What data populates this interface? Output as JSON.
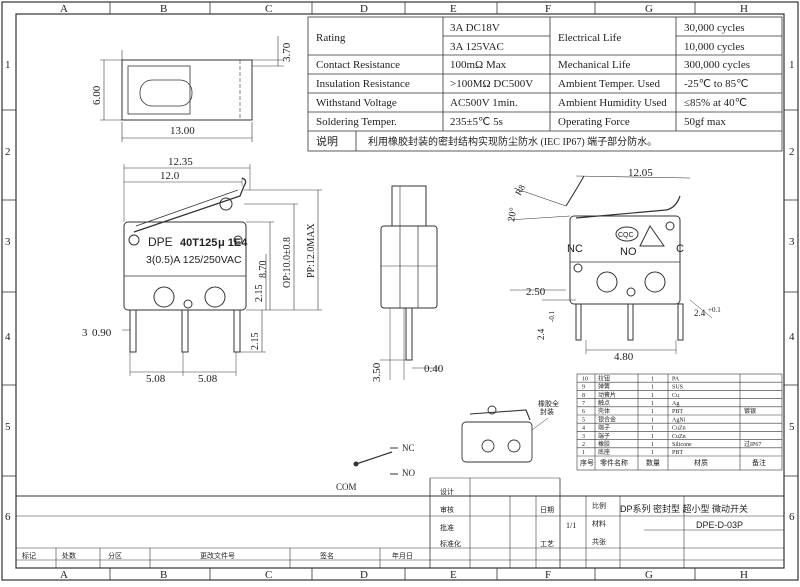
{
  "grid": {
    "cols": [
      "A",
      "B",
      "C",
      "D",
      "E",
      "F",
      "G",
      "H"
    ],
    "rows": [
      "1",
      "2",
      "3",
      "4",
      "5",
      "6"
    ]
  },
  "spec_table": {
    "rows": [
      {
        "label": "Rating",
        "value": [
          "3A  DC18V",
          "3A  125VAC"
        ],
        "label2": "Electrical Life",
        "value2": [
          "30,000 cycles",
          "10,000 cycles"
        ]
      },
      {
        "label": "Contact Resistance",
        "value": [
          "100mΩ  Max"
        ],
        "label2": "Mechanical Life",
        "value2": [
          "300,000 cycles"
        ]
      },
      {
        "label": "Insulation Resistance",
        "value": [
          ">100MΩ  DC500V"
        ],
        "label2": "Ambient Temper. Used",
        "value2": [
          "-25℃ to  85℃"
        ]
      },
      {
        "label": "Withstand Voltage",
        "value": [
          "AC500V  1min."
        ],
        "label2": "Ambient Humidity Used",
        "value2": [
          "≤85% at  40℃"
        ]
      },
      {
        "label": "Soldering Temper.",
        "value": [
          "235±5℃ 5s"
        ],
        "label2": "Operating Force",
        "value2": [
          "50gf max"
        ]
      }
    ],
    "note_label": "说明",
    "note_text": "利用橡胶封装的密封结构实现防尘防水 (IEC IP67) 端子部分防水。"
  },
  "top_view": {
    "dim_width": "13.00",
    "dim_height": "6.00",
    "dim_right": "3.70"
  },
  "front_view": {
    "dim_top1": "12.35",
    "dim_top2": "12.0",
    "label_line1_a": "DPE",
    "label_line1_b": "40T125",
    "label_line1_c": "μ 1E4",
    "label_line2": "3(0.5)A 125/250VAC",
    "dim_op": "OP:10.0±0.8",
    "dim_pp": "PP:12.0MAX",
    "dim_870": "8.70",
    "dim_215a": "2.15",
    "dim_215b": "2.15",
    "dim_3": "3",
    "dim_090": "0.90",
    "dim_508a": "5.08",
    "dim_508b": "5.08"
  },
  "side_view": {
    "dim_350": "3.50",
    "dim_040": "0.40"
  },
  "right_view": {
    "dim_1205": "12.05",
    "dim_r": "R8",
    "dim_20": "20°",
    "nc": "NC",
    "no": "NO",
    "c": "C",
    "dim_250": "2.50",
    "dim_24a": "2.4",
    "dim_tol": "-0.1",
    "dim_24b": "2.4",
    "dim_tol2": "+0.1",
    "dim_480": "4.80"
  },
  "symbol": {
    "nc": "NC",
    "no": "NO",
    "com": "COM"
  },
  "parts_table": {
    "rows": [
      {
        "no": "10",
        "name": "拉钮",
        "qty": "1",
        "mat": "PA"
      },
      {
        "no": "9",
        "name": "弹簧",
        "qty": "1",
        "mat": "SUS"
      },
      {
        "no": "8",
        "name": "动簧片",
        "qty": "1",
        "mat": "Cu"
      },
      {
        "no": "7",
        "name": "触点",
        "qty": "1",
        "mat": "Ag"
      },
      {
        "no": "6",
        "name": "壳体",
        "qty": "1",
        "mat": "PBT",
        "note": "镀银"
      },
      {
        "no": "5",
        "name": "银合金",
        "qty": "1",
        "mat": "AgNi"
      },
      {
        "no": "4",
        "name": "端子",
        "qty": "1",
        "mat": "CuZn"
      },
      {
        "no": "3",
        "name": "端子",
        "qty": "1",
        "mat": "CuZn"
      },
      {
        "no": "2",
        "name": "橡胶",
        "qty": "1",
        "mat": "Silicone",
        "note": "过IP67"
      },
      {
        "no": "1",
        "name": "底座",
        "qty": "1",
        "mat": "PBT"
      }
    ],
    "header": {
      "no": "序号",
      "name": "零件名称",
      "qty": "数量",
      "mat": "材质",
      "note": "备注"
    }
  },
  "iso_label": {
    "l1": "橡胶全",
    "l2": "封装"
  },
  "title_block": {
    "title": "DP系列 密封型 超小型 微动开关",
    "drawing_no": "DPE-D-03P",
    "scale_lbl": "比例",
    "scale": "1/1",
    "material_lbl": "材料",
    "sheet_lbl": "共张",
    "fields": [
      "设计",
      "审核",
      "批准",
      "日期",
      "标准化",
      "工艺"
    ],
    "bottom": [
      "标记",
      "处数",
      "分区",
      "更改文件号",
      "签名",
      "年月日"
    ]
  }
}
